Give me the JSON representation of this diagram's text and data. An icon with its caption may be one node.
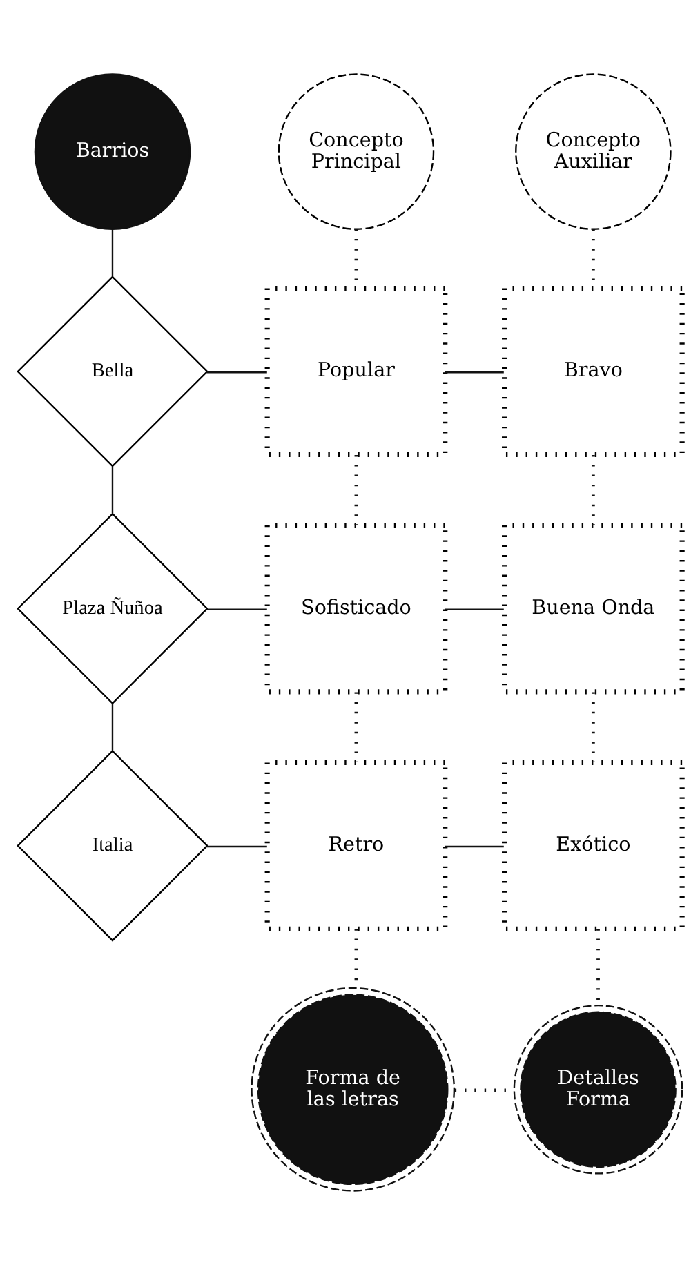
{
  "diagram": {
    "nodes": [
      {
        "text": [
          "Barrios"
        ]
      },
      {
        "text": [
          "Concepto Principal"
        ]
      },
      {
        "text": [
          "Concepto Auxiliar"
        ]
      },
      {
        "text": [
          "Bella"
        ]
      },
      {
        "text": [
          "Popular"
        ]
      },
      {
        "text": [
          "Bravo"
        ]
      },
      {
        "text": [
          "Plaza Ñuñoa"
        ]
      },
      {
        "text": [
          "Sofisticado"
        ]
      },
      {
        "text": [
          "Buena Onda"
        ]
      },
      {
        "text": [
          "Italia"
        ]
      },
      {
        "text": [
          "Retro"
        ]
      },
      {
        "text": [
          "Exótico"
        ]
      },
      {
        "text": [
          "Forma de las letras"
        ]
      },
      {
        "text": [
          "Detalles Forma"
        ]
      }
    ],
    "edges": [
      {
        "from": 0,
        "to": 3,
        "arrow": "none"
      },
      {
        "from": 3,
        "to": 6,
        "arrow": "none"
      },
      {
        "from": 6,
        "to": 9,
        "arrow": "none"
      },
      {
        "from": 3,
        "to": 4,
        "arrow": "none"
      },
      {
        "from": 4,
        "to": 5,
        "arrow": "none"
      },
      {
        "from": 6,
        "to": 7,
        "arrow": "none"
      },
      {
        "from": 7,
        "to": 8,
        "arrow": "none"
      },
      {
        "from": 9,
        "to": 10,
        "arrow": "none"
      },
      {
        "from": 10,
        "to": 11,
        "arrow": "none"
      },
      {
        "from": 1,
        "to": 4,
        "arrow": "none",
        "style": "dashed"
      },
      {
        "from": 4,
        "to": 7,
        "arrow": "none",
        "style": "dashed"
      },
      {
        "from": 7,
        "to": 10,
        "arrow": "none",
        "style": "dashed"
      },
      {
        "from": 10,
        "to": 12,
        "arrow": "none",
        "style": "dashed"
      },
      {
        "from": 2,
        "to": 5,
        "arrow": "none",
        "style": "dashed"
      },
      {
        "from": 5,
        "to": 8,
        "arrow": "none",
        "style": "dashed"
      },
      {
        "from": 8,
        "to": 11,
        "arrow": "none",
        "style": "dashed"
      },
      {
        "from": 11,
        "to": 13,
        "arrow": "none",
        "style": "dashed"
      },
      {
        "from": 12,
        "to": 13,
        "arrow": "none",
        "style": "dashed"
      }
    ]
  }
}
